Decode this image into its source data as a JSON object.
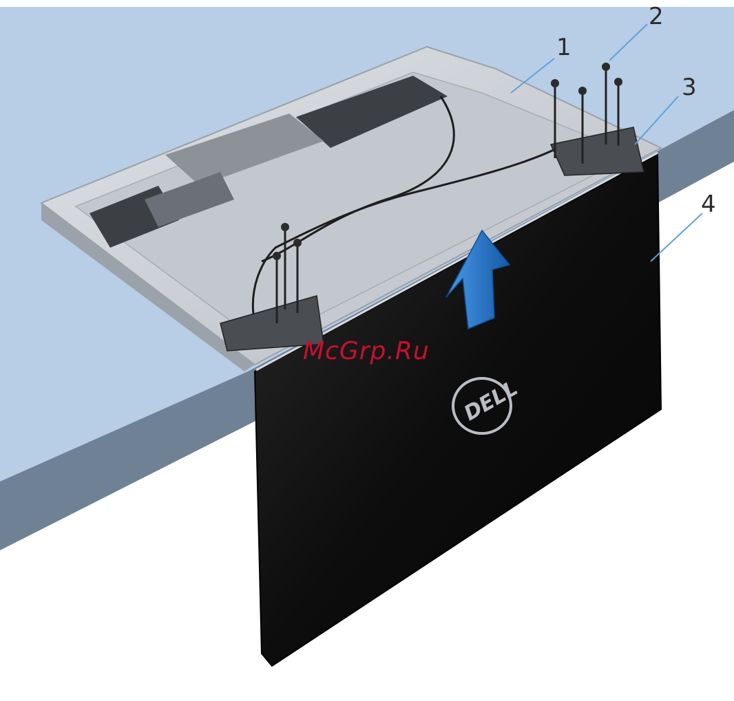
{
  "callouts": [
    {
      "id": "1",
      "label": "1"
    },
    {
      "id": "2",
      "label": "2"
    },
    {
      "id": "3",
      "label": "3"
    },
    {
      "id": "4",
      "label": "4"
    }
  ],
  "watermark": "McGrp.Ru",
  "logo": "DELL",
  "colors": {
    "background_sky": "#b8cde6",
    "table_edge": "#6f8194",
    "display": "#111111",
    "palmrest": "#cfd3d8",
    "arrow": "#1e73c8"
  },
  "icons": [
    "screw-icon",
    "up-arrow-icon",
    "dell-logo-icon"
  ]
}
